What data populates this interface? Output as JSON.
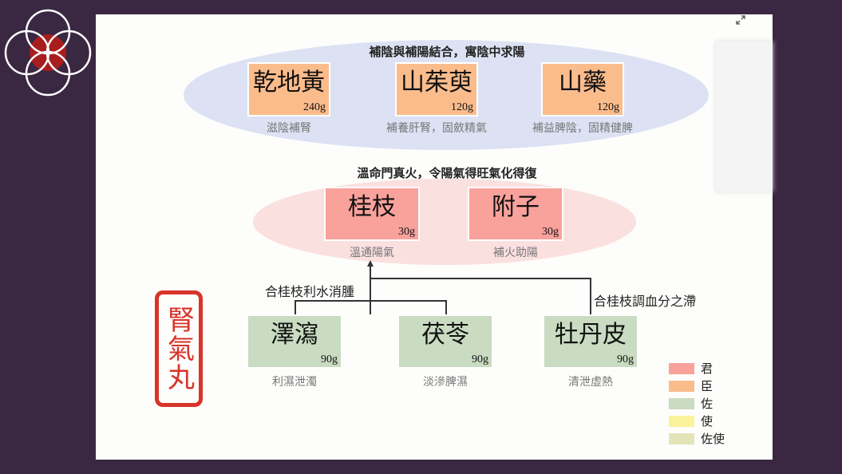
{
  "logo": {
    "icon": "flower-of-life-logo"
  },
  "expand_icon": "expand-icon",
  "seal": {
    "text": "腎氣丸"
  },
  "top_group": {
    "title": "補陰與補陽結合，寓陰中求陽",
    "herbs": [
      {
        "name": "乾地黃",
        "weight": "240g",
        "effect": "滋陰補腎"
      },
      {
        "name": "山茱萸",
        "weight": "120g",
        "effect": "補養肝腎，固斂精氣"
      },
      {
        "name": "山藥",
        "weight": "120g",
        "effect": "補益脾陰，固精健脾"
      }
    ]
  },
  "mid_group": {
    "title": "溫命門真火，令陽氣得旺氣化得復",
    "herbs": [
      {
        "name": "桂枝",
        "weight": "30g",
        "effect": "溫通陽氣"
      },
      {
        "name": "附子",
        "weight": "30g",
        "effect": "補火助陽"
      }
    ]
  },
  "connectors": {
    "left_note": "合桂枝利水消腫",
    "right_note": "合桂枝調血分之滯"
  },
  "bottom_group": {
    "herbs": [
      {
        "name": "澤瀉",
        "weight": "90g",
        "effect": "利濕泄濁"
      },
      {
        "name": "茯苓",
        "weight": "90g",
        "effect": "淡滲脾濕"
      },
      {
        "name": "牡丹皮",
        "weight": "90g",
        "effect": "清泄虛熱"
      }
    ]
  },
  "legend": [
    {
      "label": "君",
      "color": "#f9a19b"
    },
    {
      "label": "臣",
      "color": "#fbbc8c"
    },
    {
      "label": "佐",
      "color": "#c9dbc1"
    },
    {
      "label": "使",
      "color": "#fbf29a"
    },
    {
      "label": "佐使",
      "color": "#e3e4b8"
    }
  ]
}
